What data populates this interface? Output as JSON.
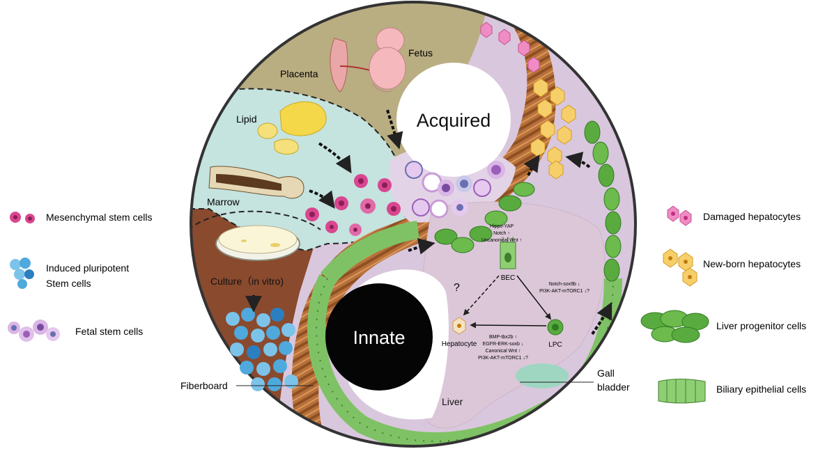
{
  "legend_left": {
    "mesenchymal": "Mesenchymal stem cells",
    "ipsc_line1": "Induced pluripotent",
    "ipsc_line2": "Stem cells",
    "fetal": "Fetal stem cells"
  },
  "legend_right": {
    "damaged": "Damaged hepatocytes",
    "newborn": "New-born hepatocytes",
    "progenitor": "Liver progenitor cells",
    "biliary": "Biliary epithelial cells"
  },
  "circle": {
    "acquired": "Acquired",
    "innate": "Innate",
    "fetus": "Fetus",
    "placenta": "Placenta",
    "lipid": "Lipid",
    "marrow": "Marrow",
    "culture": "Culture（in vitro)",
    "liver": "Liver",
    "question": "?"
  },
  "callouts": {
    "fiberboard": "Fiberboard",
    "gall_line1": "Gall",
    "gall_line2": "bladder"
  },
  "pathway": {
    "bec": "BEC",
    "lpc": "LPC",
    "hepatocyte": "Hepatocyte",
    "top_1": "Hippo-YAP",
    "top_2": "Notch ↑",
    "top_3": "Uncanonical Wnt ↑",
    "right_1": "Notch-sox9b ↓",
    "right_2": "PI3K-AKT-mTORC1 ↓?",
    "bottom_1": "BMP-tbx2b ↑",
    "bottom_2": "EGFR-ERK-soxb ↓",
    "bottom_3": "Canonical Wnt ↑",
    "bottom_4": "PI3K-AKT-mTORC1 ↓?"
  },
  "colors": {
    "mesenchymal": "#d9468f",
    "ipsc": "#4fa9dc",
    "fetal": "#c99ad8",
    "damaged": "#f08cc4",
    "newborn": "#f7cf6a",
    "progenitor": "#5aab3f",
    "biliary": "#8fcf73",
    "fiberboard": "#b8703a",
    "liver": "#dcc7d8"
  }
}
